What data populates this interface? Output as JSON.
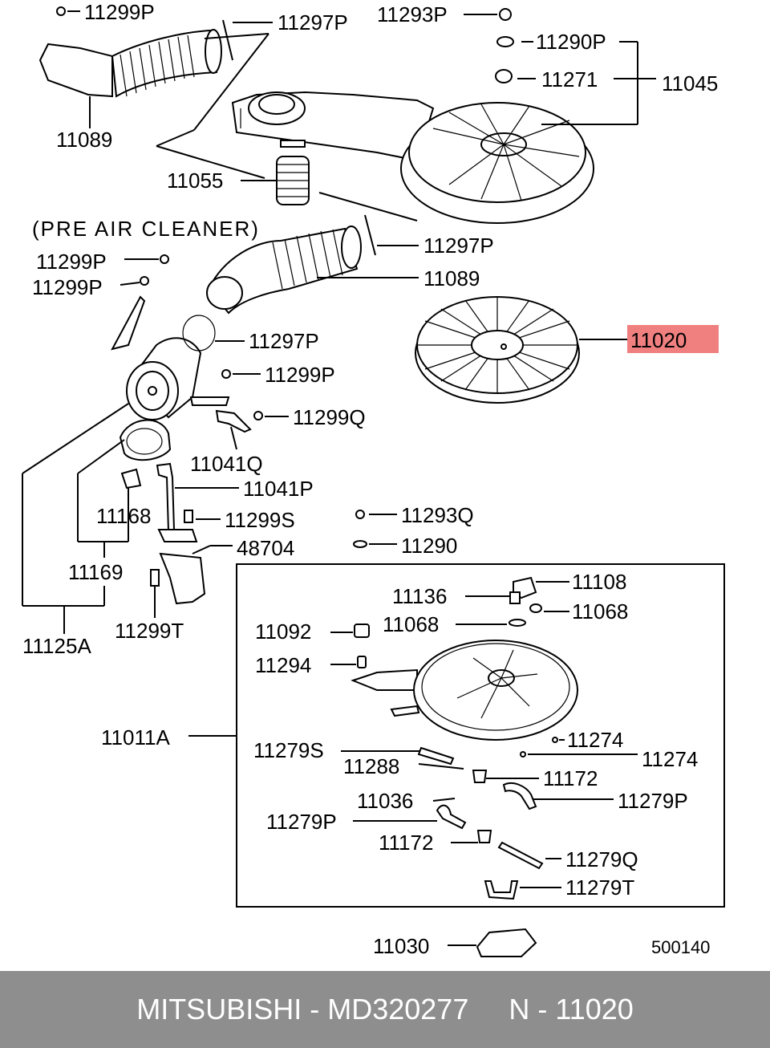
{
  "labels": {
    "l11299P_a": "11299P",
    "l11297P_a": "11297P",
    "l11293P": "11293P",
    "l11290P": "11290P",
    "l11271": "11271",
    "l11045": "11045",
    "l11089_a": "11089",
    "l11055": "11055",
    "pre_air_cleaner": "(PRE AIR CLEANER)",
    "l11297P_b": "11297P",
    "l11299P_b": "11299P",
    "l11089_b": "11089",
    "l11299P_c": "11299P",
    "l11020": "11020",
    "l11297P_c": "11297P",
    "l11299P_d": "11299P",
    "l11299Q": "11299Q",
    "l11041Q": "11041Q",
    "l11041P": "11041P",
    "l11168": "11168",
    "l11299S": "11299S",
    "l11293Q": "11293Q",
    "l48704": "48704",
    "l11290": "11290",
    "l11169": "11169",
    "l11299T": "11299T",
    "l11125A": "11125A",
    "l11108": "11108",
    "l11136": "11136",
    "l11068_a": "11068",
    "l11092": "11092",
    "l11068_b": "11068",
    "l11294": "11294",
    "l11011A": "11011A",
    "l11274_a": "11274",
    "l11279S": "11279S",
    "l11274_b": "11274",
    "l11288": "11288",
    "l11172_a": "11172",
    "l11036": "11036",
    "l11279P_a": "11279P",
    "l11279P_b": "11279P",
    "l11172_b": "11172",
    "l11279Q": "11279Q",
    "l11279T": "11279T",
    "l11030": "11030",
    "ref": "500140"
  },
  "highlight_color": "#f08080",
  "footer": {
    "brand": "MITSUBISHI",
    "sep1": " - ",
    "part_number": "MD320277",
    "gap": "     ",
    "ref_letter": "N",
    "sep2": " - ",
    "ref_code": "11020"
  }
}
